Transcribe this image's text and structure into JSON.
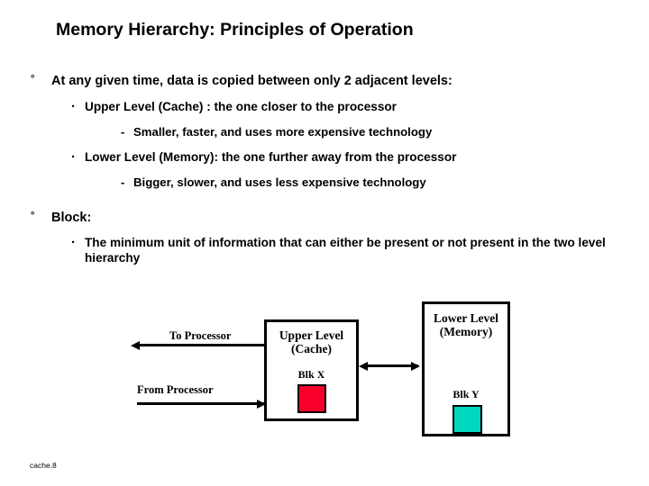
{
  "slide": {
    "title": "Memory Hierarchy: Principles of Operation",
    "footer": "cache.8",
    "background": "#ffffff",
    "text_color": "#000000"
  },
  "markers": {
    "level1": "°",
    "level2": "·",
    "level3": "-"
  },
  "body": {
    "sections": [
      {
        "marker_level": 1,
        "text": "At any given time, data is copied between only 2 adjacent levels:",
        "children": [
          {
            "marker_level": 2,
            "text": "Upper Level (Cache) : the one closer to the processor",
            "children": [
              {
                "marker_level": 3,
                "text": "Smaller, faster, and uses more expensive technology"
              }
            ]
          },
          {
            "marker_level": 2,
            "text": "Lower Level (Memory): the one further away from the processor",
            "children": [
              {
                "marker_level": 3,
                "text": "Bigger, slower, and uses less expensive technology"
              }
            ]
          }
        ]
      },
      {
        "marker_level": 1,
        "text": "Block:",
        "children": [
          {
            "marker_level": 2,
            "text": "The minimum unit of information that can either be present or not present in the two level hierarchy"
          }
        ]
      }
    ]
  },
  "diagram": {
    "upper_box": {
      "title_line1": "Upper Level",
      "title_line2": "(Cache)",
      "block_label": "Blk X",
      "block_color": "#f8002a",
      "border_color": "#000000"
    },
    "lower_box": {
      "title_line1": "Lower Level",
      "title_line2": "(Memory)",
      "block_label": "Blk Y",
      "block_color": "#00d8c0",
      "border_color": "#000000"
    },
    "arrows": [
      {
        "name": "to-processor",
        "label": "To Processor",
        "direction": "left"
      },
      {
        "name": "from-processor",
        "label": "From Processor",
        "direction": "right"
      },
      {
        "name": "cache-memory-transfer",
        "label": "",
        "direction": "both"
      }
    ]
  }
}
